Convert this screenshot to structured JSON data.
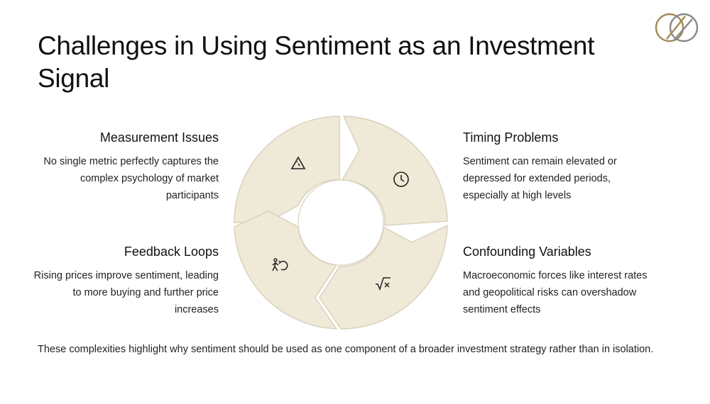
{
  "title": "Challenges in Using Sentiment as an Investment Signal",
  "colors": {
    "segment_fill": "#efe9d8",
    "segment_stroke": "#d9d3c0",
    "logo_gold": "#a08a55",
    "logo_gray": "#888888"
  },
  "segments": {
    "measurement": {
      "heading": "Measurement Issues",
      "text": "No single metric perfectly captures the complex psychology of market participants",
      "icon": "triangle-ruler-icon"
    },
    "timing": {
      "heading": "Timing Problems",
      "text": "Sentiment can remain elevated or depressed for extended periods, especially at high levels",
      "icon": "clock-icon"
    },
    "feedback": {
      "heading": "Feedback Loops",
      "text": "Rising prices improve sentiment, leading to more buying and further price increases",
      "icon": "walker-loop-icon"
    },
    "confounding": {
      "heading": "Confounding Variables",
      "text": "Macroeconomic forces like interest rates and geopolitical risks can overshadow sentiment effects",
      "icon": "square-root-icon"
    }
  },
  "footer": "These complexities highlight why sentiment should be used as one component of a broader investment strategy rather than in isolation."
}
